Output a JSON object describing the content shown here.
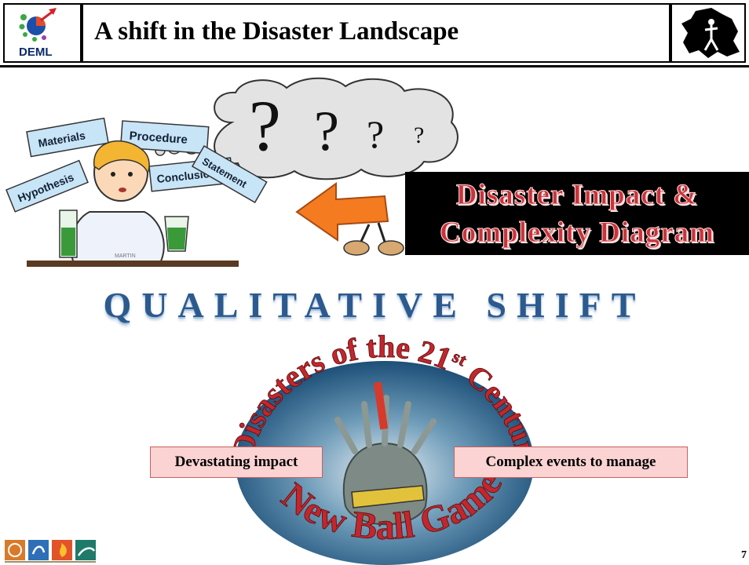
{
  "header": {
    "logo_label": "DEML",
    "title": "A shift in the Disaster Landscape"
  },
  "scientist_clipart": {
    "cards": [
      "Materials",
      "Procedure",
      "Hypothesis",
      "Conclusion",
      "Statement"
    ],
    "signature": "MARTIN",
    "question_marks": [
      "?",
      "?",
      "?",
      "?"
    ]
  },
  "impact_box": {
    "line1": "Disaster Impact &",
    "line2": "Complexity Diagram"
  },
  "qualitative_shift": "QUALITATIVE SHIFT",
  "disaster_graphic": {
    "text_top_a": "Disasters of the 21",
    "text_top_sup": "st",
    "text_top_b": " Century",
    "text_bottom": "New Ball Game"
  },
  "callouts": {
    "left": "Devastating impact",
    "right": "Complex events to manage"
  },
  "footer": {
    "page_number": "7"
  },
  "colors": {
    "accent_red": "#c9333a",
    "shift_blue": "#2c5a8e",
    "callout_bg": "#fbd3d3"
  }
}
